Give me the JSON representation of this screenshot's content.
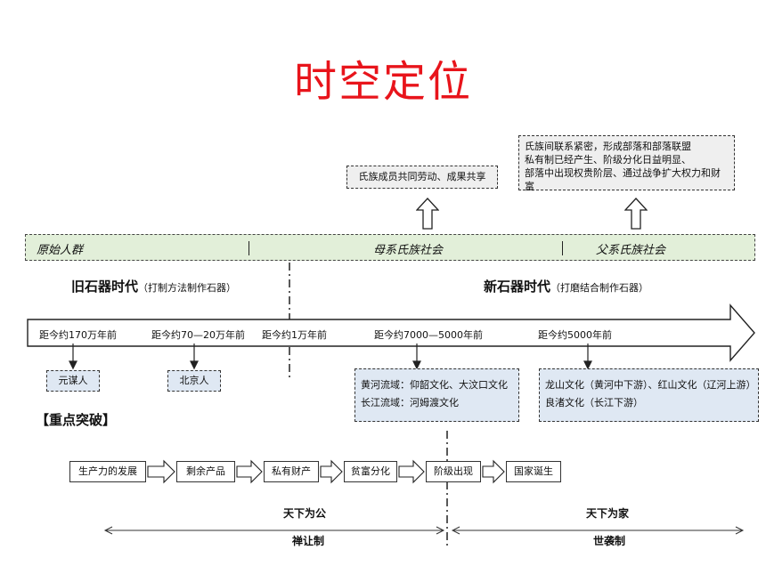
{
  "title": "时空定位",
  "top_notes": {
    "matriarchal_note": "氏族成员共同劳动、成果共享",
    "patriarchal_note_lines": [
      "氏族间联系紧密，形成部落和部落联盟",
      "私有制已经产生、阶级分化日益明显、",
      "部落中出现权贵阶层、通过战争扩大权力和财富"
    ]
  },
  "band": {
    "labels": [
      "原始人群",
      "母系氏族社会",
      "父系氏族社会"
    ]
  },
  "eras": {
    "paleolithic": "旧石器时代",
    "paleolithic_note": "（打制方法制作石器）",
    "neolithic": "新石器时代",
    "neolithic_note": "（打磨结合制作石器）"
  },
  "timeline": {
    "marks": [
      "距今约170万年前",
      "距今约70—20万年前",
      "距今约1万年前",
      "距今约7000—5000年前",
      "距今约5000年前"
    ]
  },
  "sites": {
    "yuanmou": "元谋人",
    "beijing": "北京人",
    "yellow_yangtze_lines": [
      "黄河流域：仰韶文化、大汶口文化",
      "长江流域：河姆渡文化"
    ],
    "longshan_lines": [
      "龙山文化（黄河中下游）、红山文化（辽河上游）",
      "良渚文化（长江下游）"
    ]
  },
  "section_heading": "【重点突破】",
  "flow": {
    "steps": [
      "生产力的发展",
      "剩余产品",
      "私有财产",
      "贫富分化",
      "阶级出现",
      "国家诞生"
    ]
  },
  "bottom": {
    "left_title": "天下为公",
    "left_system": "禅让制",
    "right_title": "天下为家",
    "right_system": "世袭制"
  }
}
